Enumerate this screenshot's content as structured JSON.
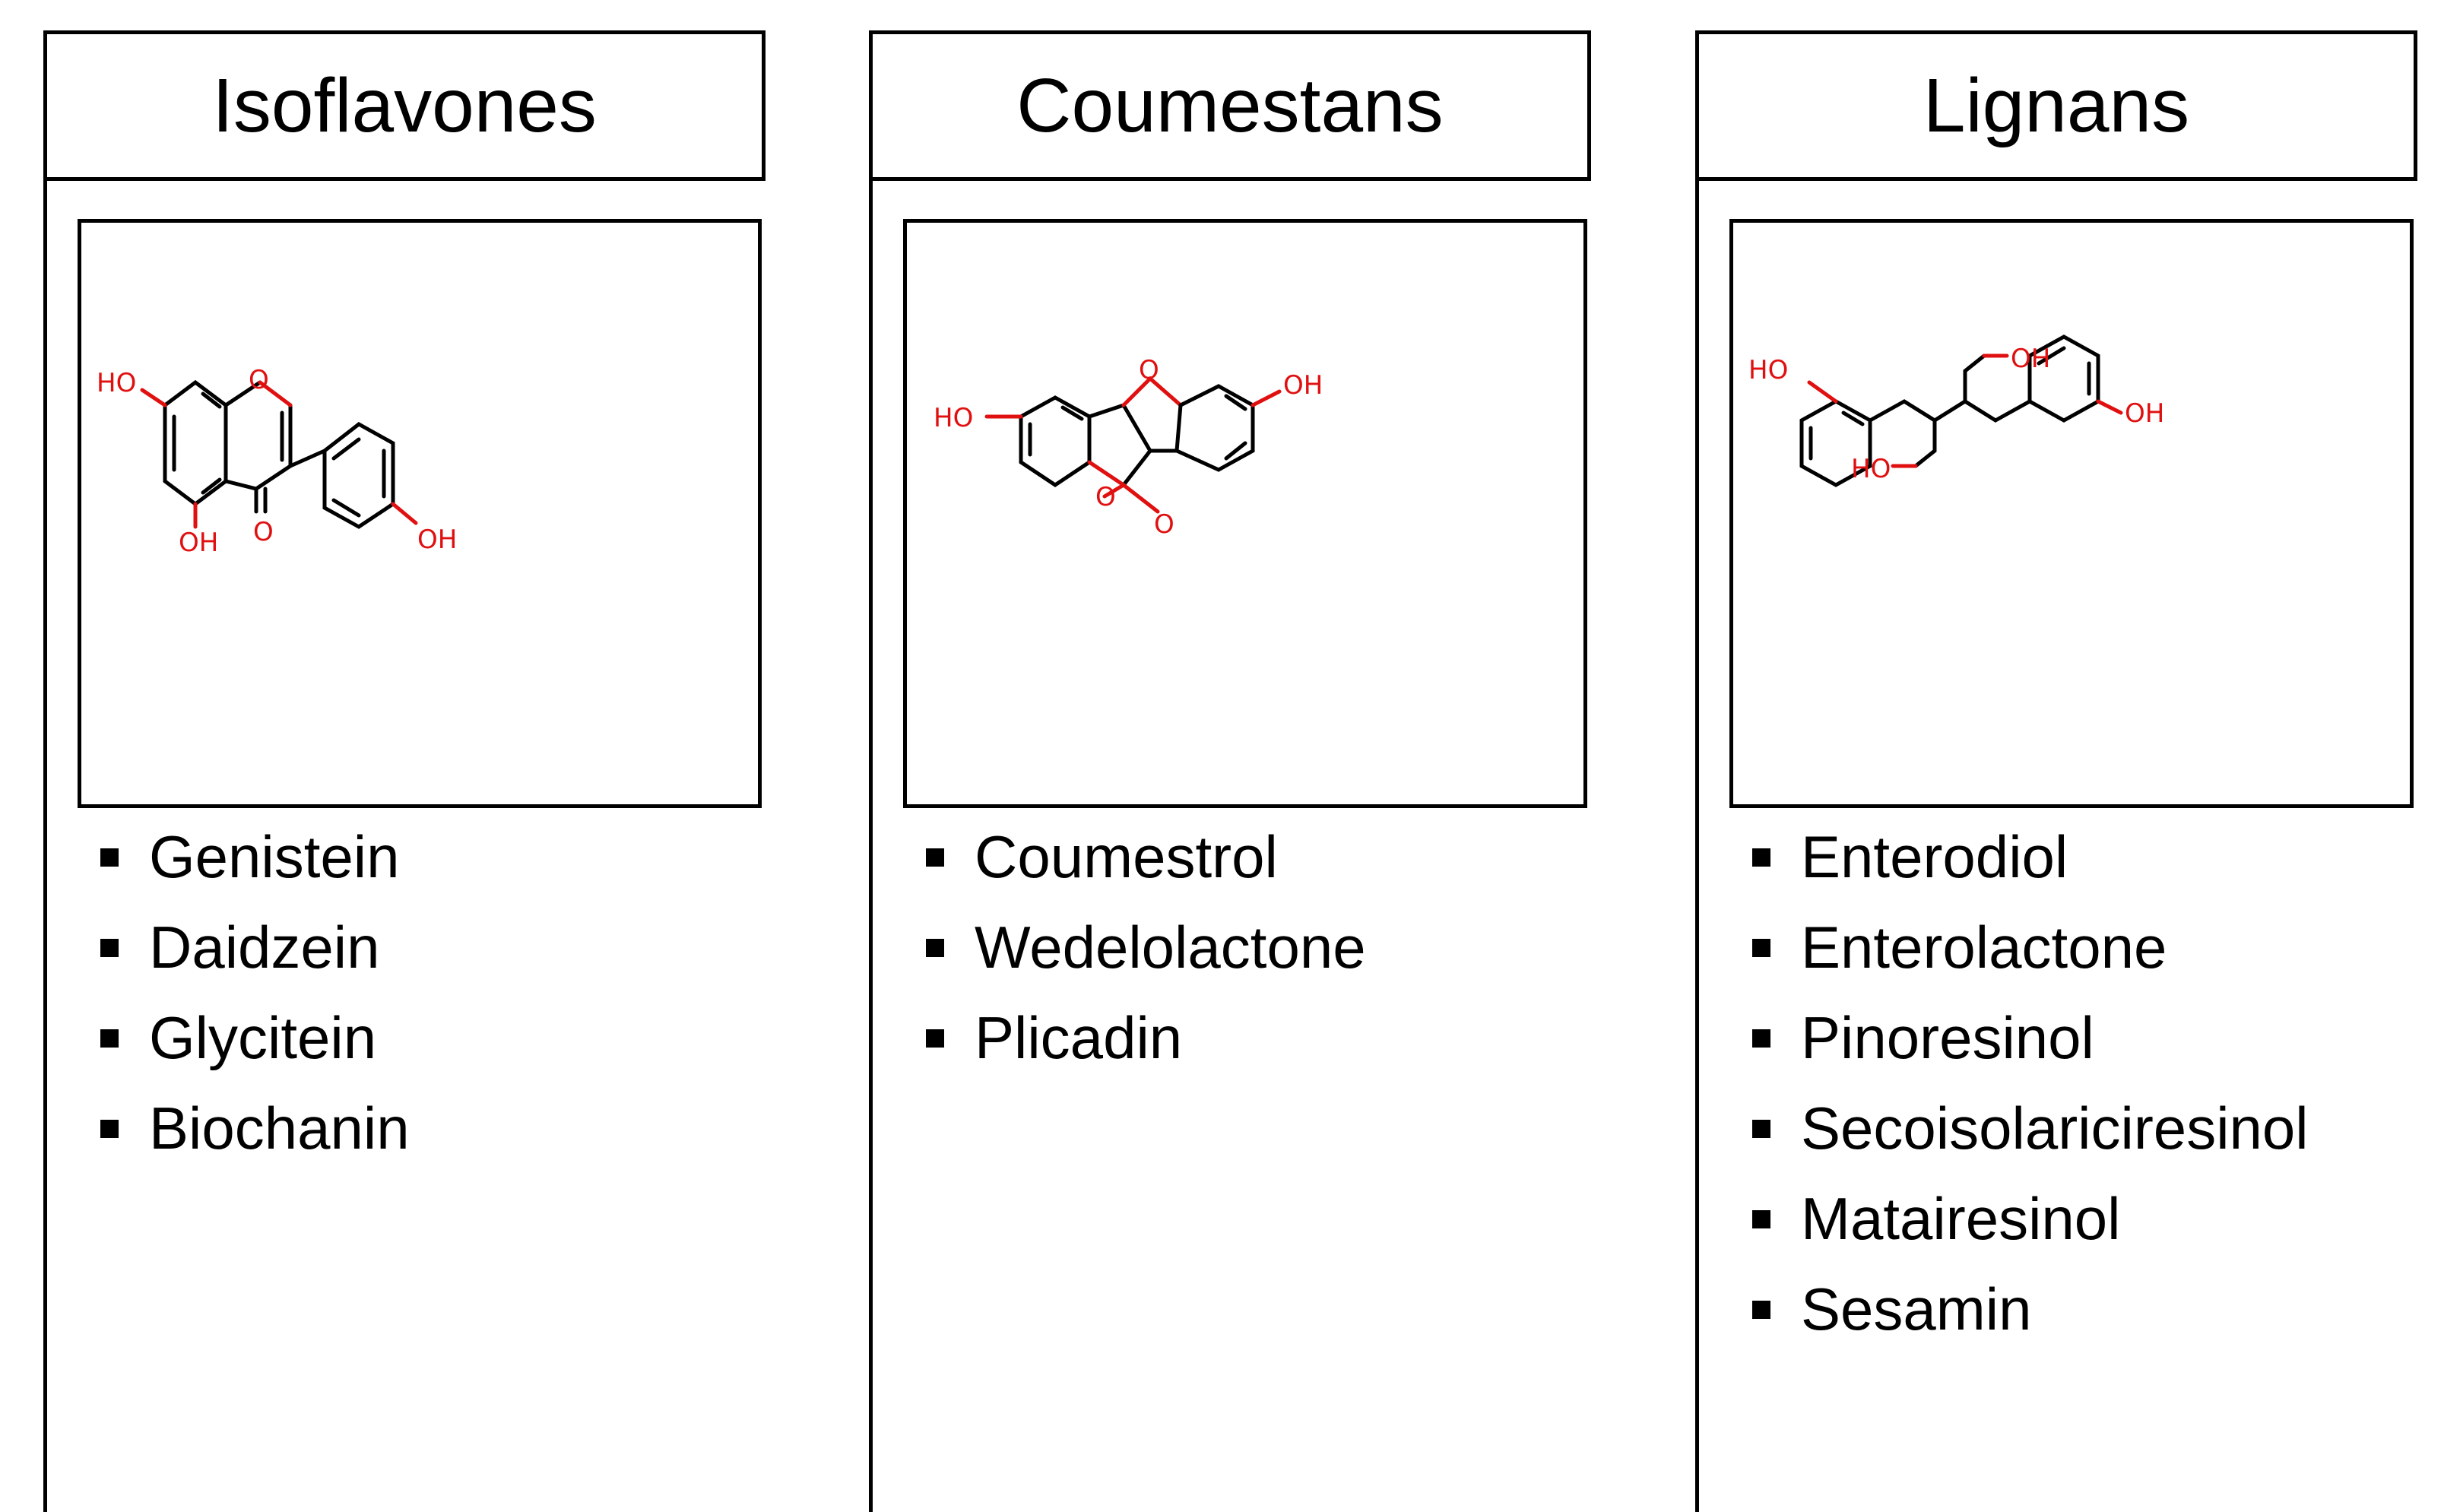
{
  "columns": [
    {
      "title": "Isoflavones",
      "atom_labels": [
        "HO",
        "O",
        "OH",
        "O",
        "OH"
      ],
      "items": [
        "Genistein",
        "Daidzein",
        "Glycitein",
        "Biochanin"
      ]
    },
    {
      "title": "Coumestans",
      "atom_labels": [
        "O",
        "OH",
        "HO",
        "O",
        "O"
      ],
      "items": [
        "Coumestrol",
        "Wedelolactone",
        "Plicadin"
      ]
    },
    {
      "title": "Lignans",
      "atom_labels": [
        "OH",
        "HO",
        "OH",
        "HO"
      ],
      "items": [
        "Enterodiol",
        "Enterolactone",
        "Pinoresinol",
        "Secoisolariciresinol",
        "Matairesinol",
        "Sesamin"
      ]
    }
  ],
  "colors": {
    "heteroatom": "#e01010",
    "line": "#000000"
  }
}
